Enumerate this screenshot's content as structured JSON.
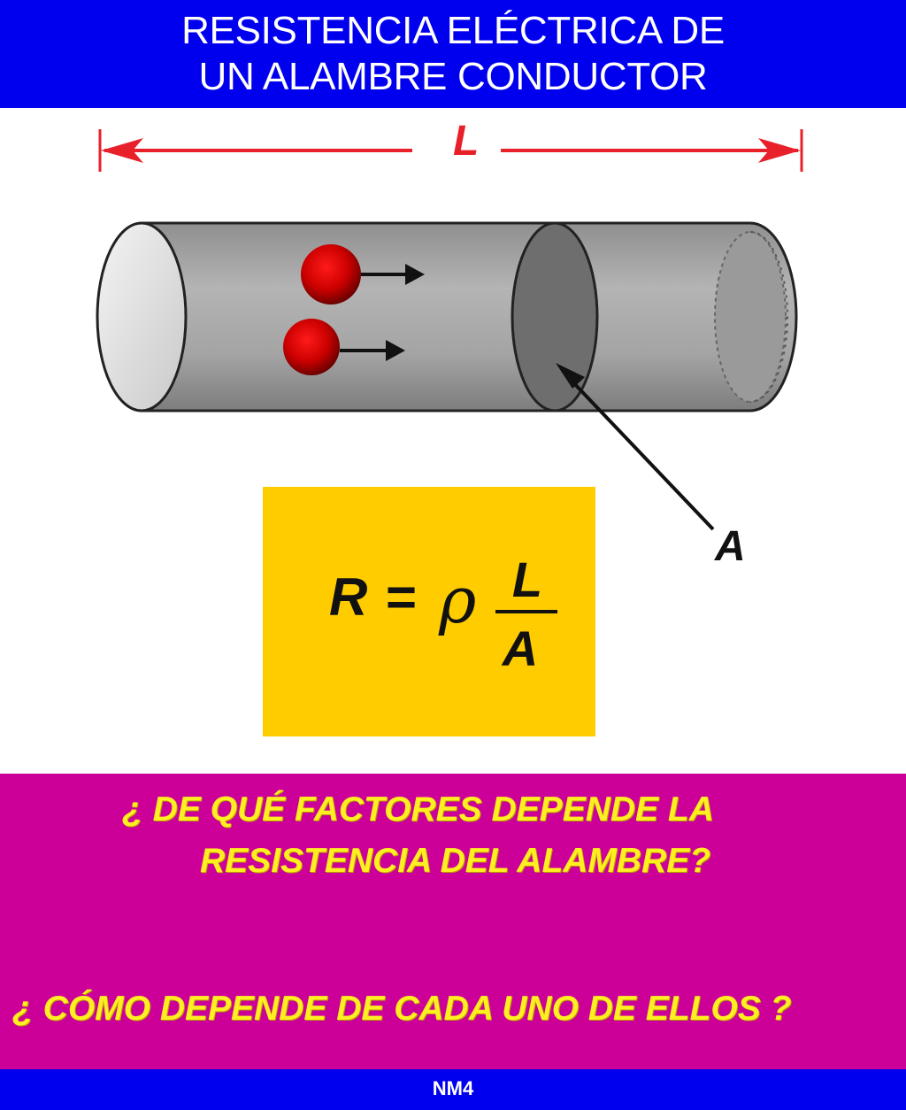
{
  "header": {
    "title_line1": "RESISTENCIA ELÉCTRICA DE",
    "title_line2": "UN ALAMBRE CONDUCTOR"
  },
  "diagram": {
    "length_label": "L",
    "area_label": "A",
    "colors": {
      "arrow_red": "#e8202a",
      "wire_gray": "#9a9a9a",
      "charge_red": "#cc0000"
    }
  },
  "formula": {
    "lhs": "R",
    "equals": "=",
    "rho": "ρ",
    "numerator": "L",
    "denominator": "A",
    "box_color": "#ffcc00"
  },
  "questions": {
    "q1_line1": "¿ DE QUÉ FACTORES DEPENDE LA",
    "q1_line2": "RESISTENCIA DEL ALAMBRE?",
    "q2": "¿ CÓMO DEPENDE DE CADA UNO DE  ELLOS ?"
  },
  "footer": {
    "label": "NM4"
  }
}
